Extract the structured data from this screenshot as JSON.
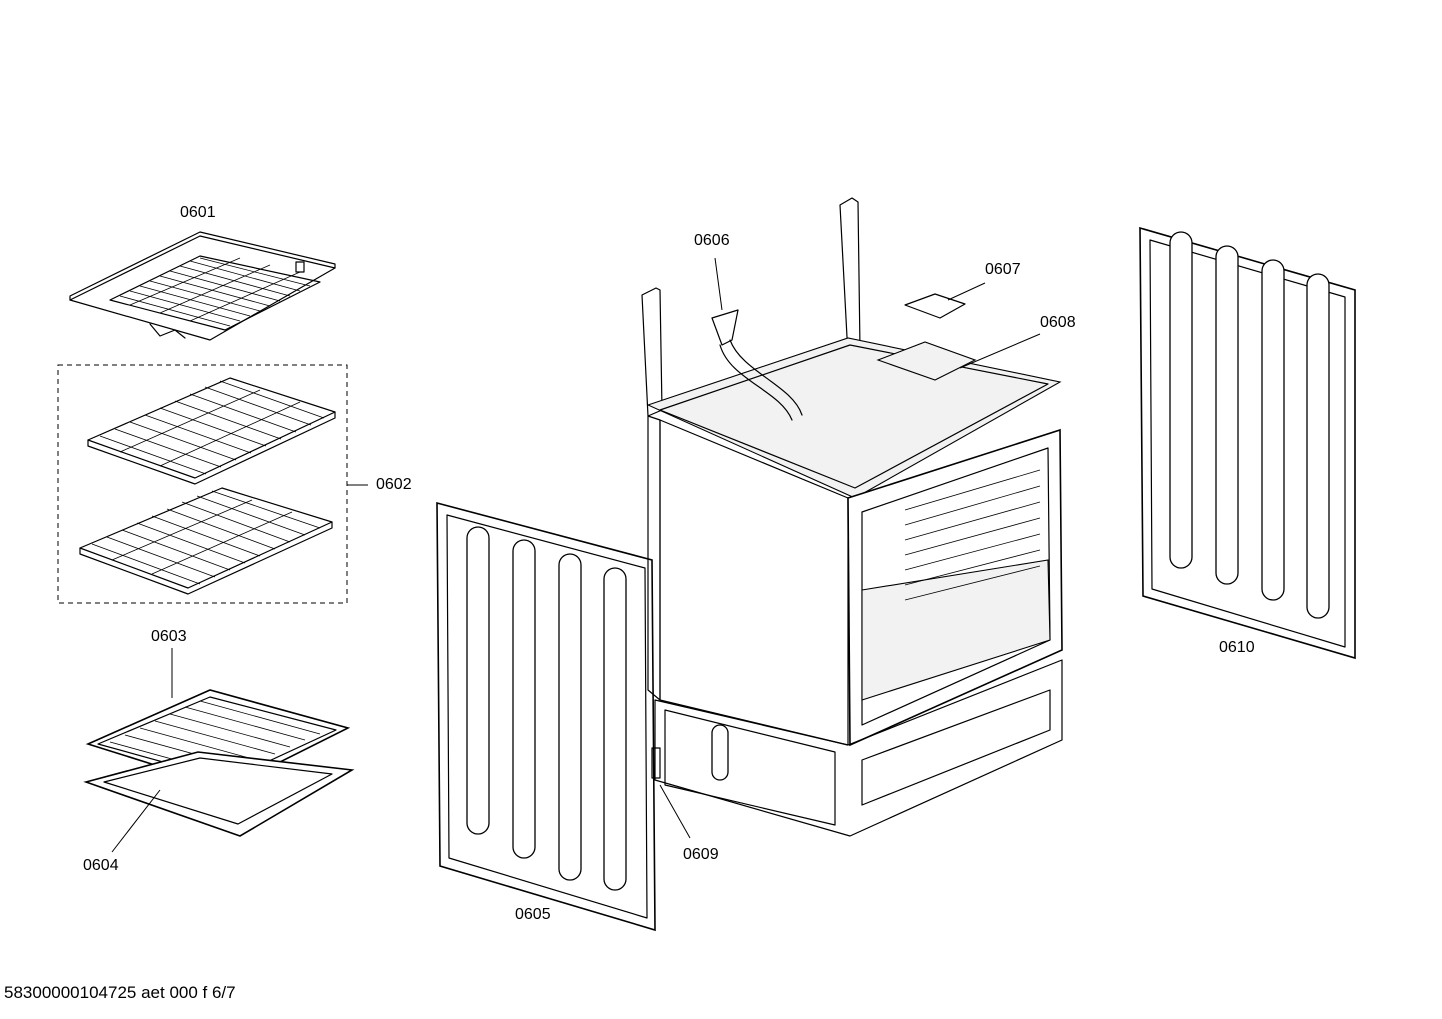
{
  "diagram": {
    "parts": [
      {
        "id": "p0601",
        "label": "0601",
        "name": "wire-rack-top"
      },
      {
        "id": "p0602",
        "label": "0602",
        "name": "wire-rack-pair"
      },
      {
        "id": "p0603",
        "label": "0603",
        "name": "broil-pan-grid"
      },
      {
        "id": "p0604",
        "label": "0604",
        "name": "broil-pan"
      },
      {
        "id": "p0605",
        "label": "0605",
        "name": "side-panel-left"
      },
      {
        "id": "p0606",
        "label": "0606",
        "name": "vent-duct"
      },
      {
        "id": "p0607",
        "label": "0607",
        "name": "bracket"
      },
      {
        "id": "p0608",
        "label": "0608",
        "name": "deflector"
      },
      {
        "id": "p0609",
        "label": "0609",
        "name": "clip"
      },
      {
        "id": "p0610",
        "label": "0610",
        "name": "side-panel-right"
      }
    ],
    "footer": "58300000104725 aet 000 f 6/7"
  }
}
